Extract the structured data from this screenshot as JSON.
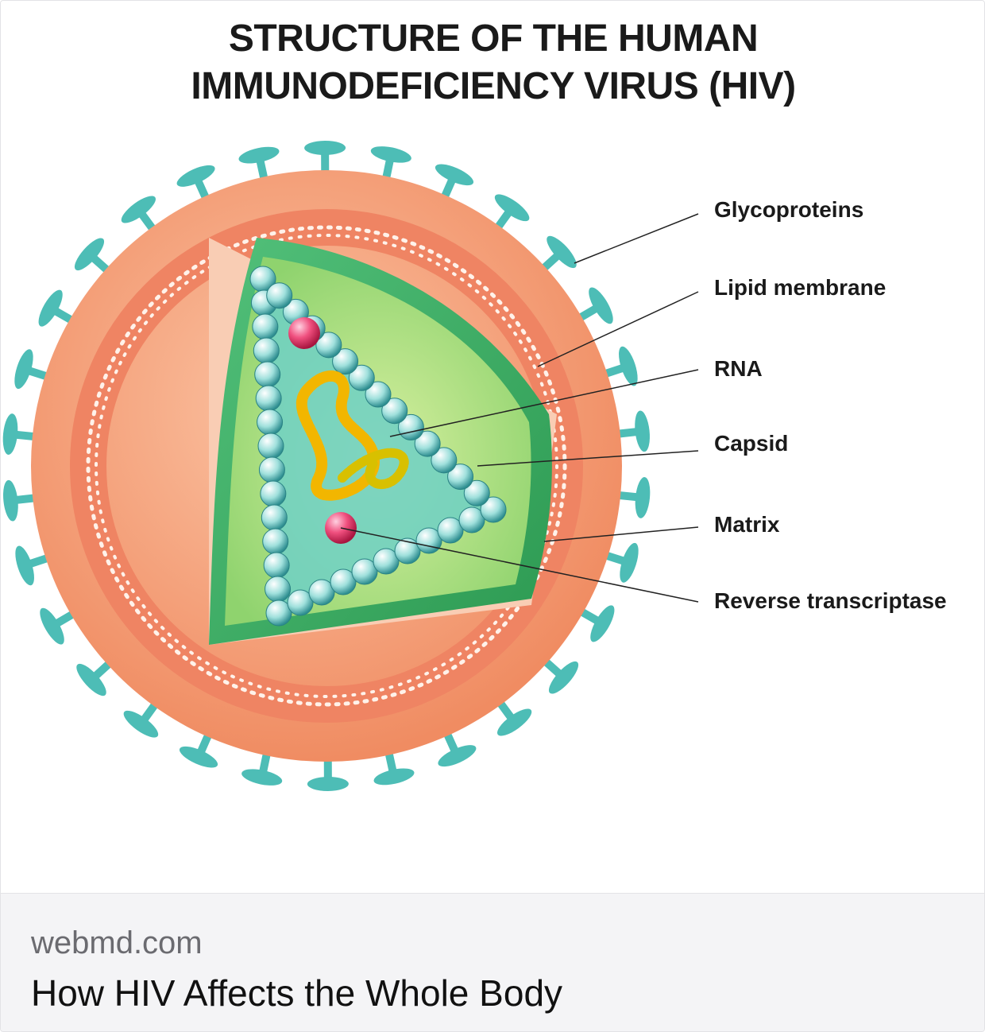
{
  "figure": {
    "title_line1": "STRUCTURE OF THE HUMAN",
    "title_line2": "IMMUNODEFICIENCY VIRUS (HIV)",
    "labels": [
      "Glycoproteins",
      "Lipid membrane",
      "RNA",
      "Capsid",
      "Matrix",
      "Reverse transcriptase"
    ],
    "colors": {
      "envelope": "#f4a07a",
      "membrane_band": "#f08a6a",
      "matrix": "#3daa5c",
      "capsid_fill": "#7fd3c8",
      "glycoprotein": "#4dbdb6",
      "rna": "#f2b600",
      "enzyme": "#e83a6a"
    }
  },
  "link_preview": {
    "domain": "webmd.com",
    "headline": "How HIV Affects the Whole Body"
  }
}
